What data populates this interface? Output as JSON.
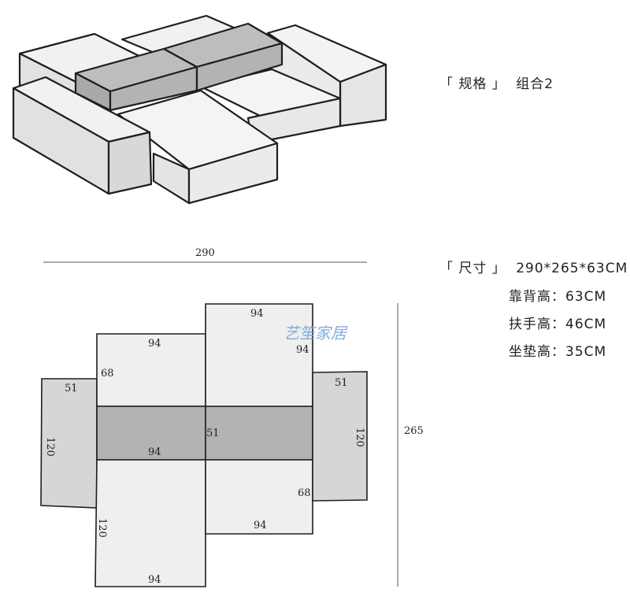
{
  "spec": {
    "label": "「 规格 」",
    "value": "组合2"
  },
  "size": {
    "label": "「 尺寸 」",
    "value": "290*265*63CM"
  },
  "heights": [
    {
      "label": "靠背高：",
      "value": "63CM"
    },
    {
      "label": "扶手高：",
      "value": "46CM"
    },
    {
      "label": "坐垫高：",
      "value": "35CM"
    }
  ],
  "plan": {
    "overall_width": "290",
    "overall_depth": "265",
    "watermark": "艺笙家居",
    "labels": {
      "left_arm_width": "51",
      "left_arm_depth": "120",
      "top_left_width": "94",
      "top_left_depth": "68",
      "back_left_width": "94",
      "back_mid_depth": "51",
      "bottom_left_depth": "120",
      "bottom_left_width": "94",
      "top_right_width": "94",
      "top_right_side": "94",
      "right_arm_width": "51",
      "right_arm_depth": "120",
      "bottom_right_depth": "68",
      "bottom_right_width": "94"
    }
  },
  "colors": {
    "light_fill": "#ececec",
    "back_fill": "#b3b3b3",
    "arm_fill": "#d6d6d6",
    "outline": "#1e1e1e"
  }
}
